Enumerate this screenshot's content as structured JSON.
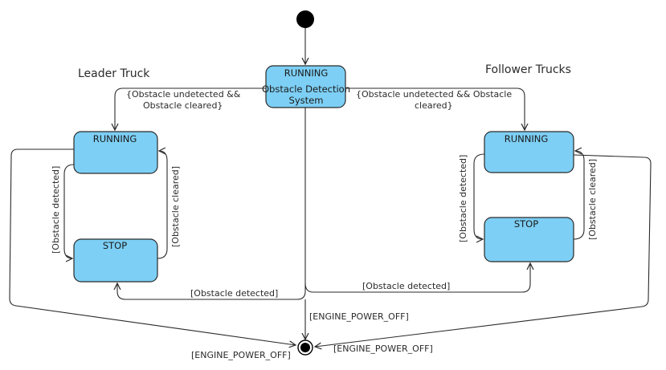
{
  "regions": {
    "leader": "Leader Truck",
    "follower": "Follower Trucks"
  },
  "states": {
    "ods_name": "RUNNING",
    "ods_line1": "Obstacle Detection",
    "ods_line2": "System",
    "leader_running": "RUNNING",
    "leader_stop": "STOP",
    "follower_running": "RUNNING",
    "follower_stop": "STOP"
  },
  "transitions": {
    "leader_entry_line1": "{Obstacle undetected &&",
    "leader_entry_line2": "Obstacle cleared}",
    "follower_entry_line1": "{Obstacle undetected && Obstacle",
    "follower_entry_line2": "cleared}",
    "leader_detected": "[Obstacle detected]",
    "leader_cleared": "[Obstacle cleared]",
    "follower_detected": "[Obstacle detected]",
    "follower_cleared": "[Obstacle cleared]",
    "ods_to_leader_stop": "[Obstacle detected]",
    "ods_to_follower_stop": "[Obstacle detected]",
    "power_off_center": "[ENGINE_POWER_OFF]",
    "power_off_left": "[ENGINE_POWER_OFF]",
    "power_off_right": "[ENGINE_POWER_OFF]"
  }
}
